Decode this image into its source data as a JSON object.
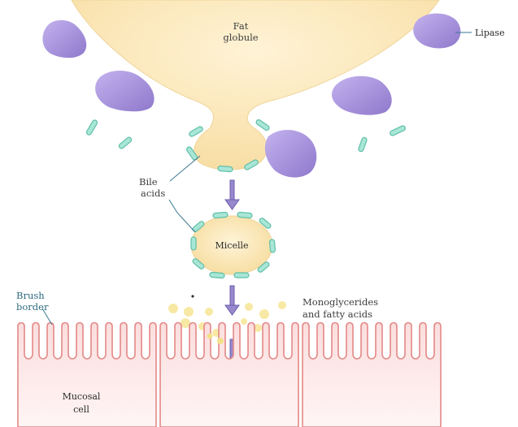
{
  "labels": {
    "fat_globule": [
      "Fat",
      "globule"
    ],
    "lipase": "Lipase",
    "bile_acids": [
      "Bile",
      "acids"
    ],
    "micelle": "Micelle",
    "brush_border": [
      "Brush",
      "border"
    ],
    "monoglycerides": [
      "Monoglycerides",
      "and fatty acids"
    ],
    "mucosal_cell": [
      "Mucosal",
      "cell"
    ]
  },
  "colors": {
    "fat": "#fbe5b3",
    "lipase": "#a893d8",
    "bile_acid": "#7fd1bd",
    "cell_fill": "#fdeaea",
    "cell_outline": "#e4817f",
    "arrow": "#8a79c2",
    "fatty_acid_droplet": "#f5e38c"
  }
}
